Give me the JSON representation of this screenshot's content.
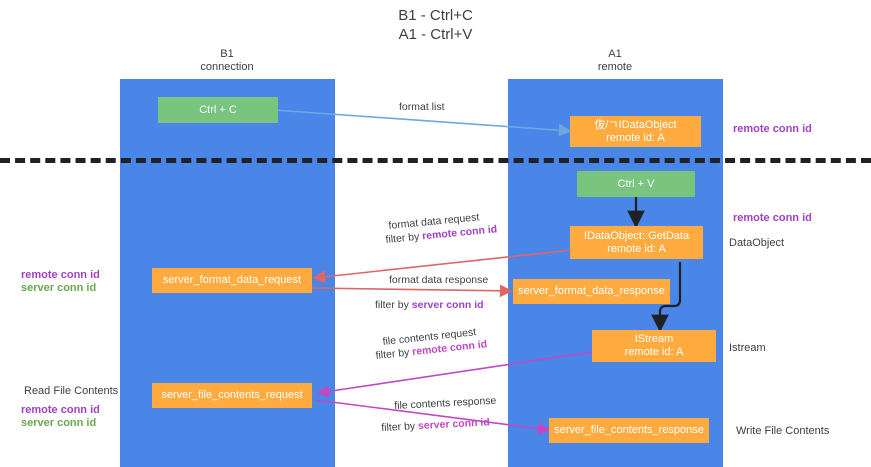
{
  "title": {
    "line1": "B1 - Ctrl+C",
    "line2": "A1 - Ctrl+V"
  },
  "columns": [
    {
      "name": "B1",
      "sub": "connection"
    },
    {
      "name": "A1",
      "sub": "remote"
    }
  ],
  "nodes": {
    "ctrl_c": {
      "label": "Ctrl + C"
    },
    "ctrl_v": {
      "label": "Ctrl + V"
    },
    "idataobject": {
      "label": "伖/ㄱIDataObject",
      "sub": "remote id: A"
    },
    "getdata": {
      "label": "IDataObject::GetData",
      "sub": "remote id: A"
    },
    "istream": {
      "label": "IStream",
      "sub": "remote id: A"
    },
    "server_format_data_request": {
      "label": "server_format_data_request"
    },
    "server_format_data_response": {
      "label": "server_format_data_response"
    },
    "server_file_contents_request": {
      "label": "server_file_contents_request"
    },
    "server_file_contents_response": {
      "label": "server_file_contents_response"
    }
  },
  "edges": {
    "format_list": {
      "label": "format list"
    },
    "format_data_request": {
      "label": "format data request",
      "filter_prefix": "filter by ",
      "filter_key": "remote conn id"
    },
    "format_data_response": {
      "label": "format data response",
      "filter_prefix": "filter by ",
      "filter_key": "server conn id"
    },
    "file_contents_request": {
      "label": "file contents request",
      "filter_prefix": "filter by ",
      "filter_key": "remote conn id"
    },
    "file_contents_response": {
      "label": "file contents response",
      "filter_prefix": "filter by ",
      "filter_key": "server conn id"
    }
  },
  "annotations": {
    "right_remote_conn_id_top": "remote conn id",
    "right_remote_conn_id_mid": "remote conn id",
    "right_dataobject": "DataObject",
    "right_istream": "Istream",
    "right_write_file_contents": "Write File Contents",
    "left_remote_conn_id_1": "remote conn id",
    "left_server_conn_id_1": "server conn id",
    "left_read_file_contents": "Read File Contents",
    "left_remote_conn_id_2": "remote conn id",
    "left_server_conn_id_2": "server conn id"
  },
  "colors": {
    "lane": "#4a86e8",
    "node_orange": "#ffab40",
    "node_green": "#79c47e",
    "purple": "#a142c4",
    "green_text": "#6aa84f",
    "magenta": "#c148c1",
    "red_arrow": "#e06666",
    "blue_arrow": "#6fa8dc",
    "divider": "#202124"
  }
}
